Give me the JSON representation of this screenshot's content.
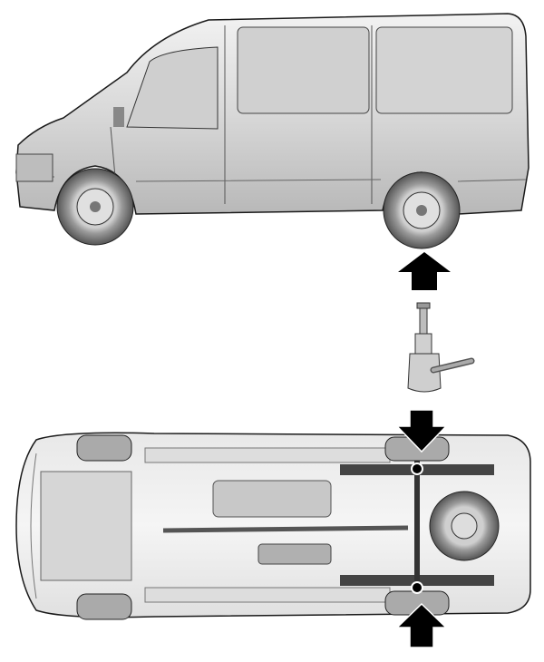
{
  "figure": {
    "views": [
      "van-side-view",
      "jack",
      "van-underside-view"
    ],
    "icons": [
      "lift-point-arrow-up-icon",
      "lift-point-arrow-down-icon",
      "jack-icon",
      "lift-point-marker-icon"
    ],
    "colors": {
      "background": "#ffffff",
      "arrow": "#000000",
      "body": "#d9d9d9",
      "outline": "#1a1a1a",
      "tire": "#7a7a7a"
    }
  }
}
